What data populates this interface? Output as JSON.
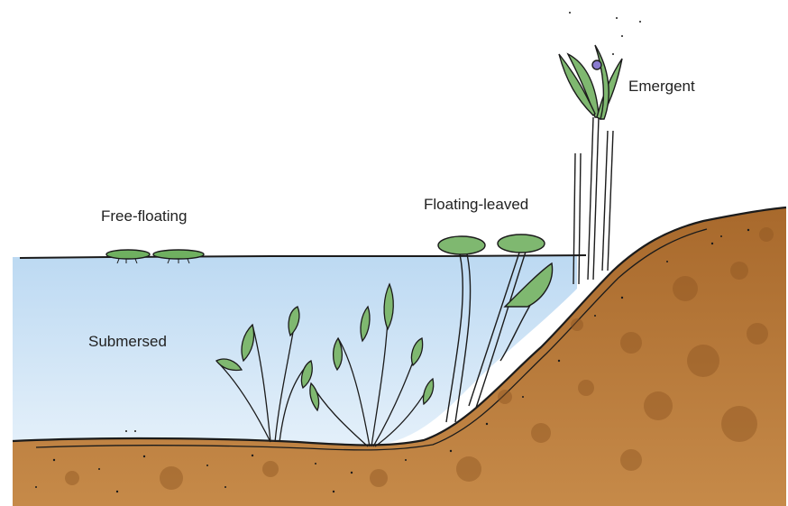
{
  "labels": {
    "free_floating": "Free-floating",
    "floating_leaved": "Floating-leaved",
    "emergent": "Emergent",
    "submersed": "Submersed"
  },
  "colors": {
    "water": "#cfe4f6",
    "soil": "#b87a3a",
    "soil_dark": "#8f5622",
    "leaf": "#7fb870",
    "leaf_dark": "#5c9a55",
    "outline": "#1b1b1b"
  }
}
